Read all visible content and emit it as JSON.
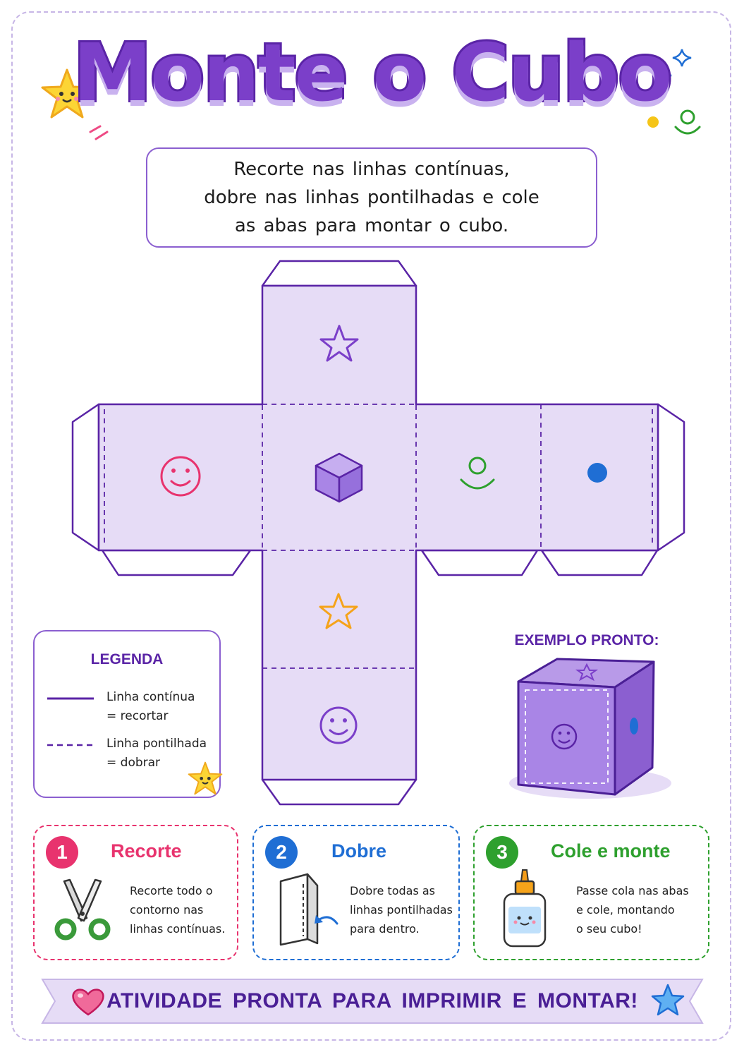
{
  "title": "Monte o Cubo",
  "instructions": {
    "line1": "Recorte nas linhas contínuas,",
    "line2": "dobre nas linhas pontilhadas e cole",
    "line3": "as abas para montar o cubo."
  },
  "net": {
    "faces": [
      {
        "name": "top",
        "icon": "star-outline-icon",
        "color": "#7b3fc9"
      },
      {
        "name": "left",
        "icon": "smiley-icon",
        "color": "#e8336e"
      },
      {
        "name": "center",
        "icon": "cube-icon",
        "color": "#7b3fc9"
      },
      {
        "name": "right",
        "icon": "one-dot-smile-icon",
        "color": "#2ea02e"
      },
      {
        "name": "far-right",
        "icon": "dot-icon",
        "color": "#1f6ed4"
      },
      {
        "name": "bottom1",
        "icon": "star-outline-icon",
        "color": "#f5a31a"
      },
      {
        "name": "bottom2",
        "icon": "smiley-icon",
        "color": "#7b3fc9"
      }
    ]
  },
  "legend": {
    "title": "LEGENDA",
    "solid_line1": "Linha contínua",
    "solid_line2": "= recortar",
    "dashed_line1": "Linha pontilhada",
    "dashed_line2": "= dobrar"
  },
  "example": {
    "title": "EXEMPLO PRONTO:"
  },
  "steps": [
    {
      "number": "1",
      "title": "Recorte",
      "line1": "Recorte todo o",
      "line2": "contorno nas",
      "line3": "linhas contínuas.",
      "color": "#e8336e",
      "icon": "scissors-icon"
    },
    {
      "number": "2",
      "title": "Dobre",
      "line1": "Dobre todas as",
      "line2": "linhas pontilhadas",
      "line3": "para dentro.",
      "color": "#1f6ed4",
      "icon": "folded-paper-icon"
    },
    {
      "number": "3",
      "title": "Cole e monte",
      "line1": "Passe cola nas abas",
      "line2": "e cole, montando",
      "line3": "o seu cubo!",
      "color": "#2ea02e",
      "icon": "glue-bottle-icon"
    }
  ],
  "banner": "ATIVIDADE PRONTA PARA IMPRIMIR E MONTAR!",
  "colors": {
    "purple": "#7b3fc9",
    "face_fill": "#e6dcf6",
    "pink": "#e8336e",
    "blue": "#1f6ed4",
    "green": "#2ea02e",
    "orange": "#f5a31a"
  }
}
